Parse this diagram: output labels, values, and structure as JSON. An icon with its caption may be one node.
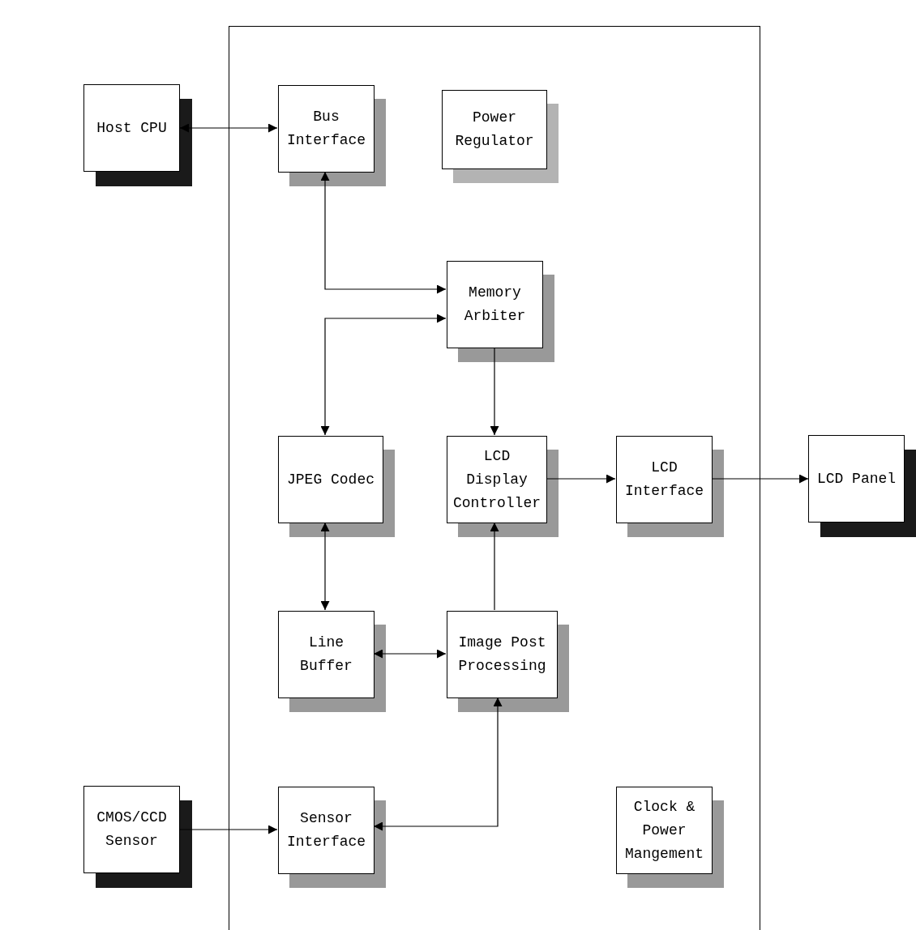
{
  "diagram": {
    "nodes": [
      {
        "text": [],
        "shape": "box"
      },
      {
        "text": [
          "Host CPU"
        ]
      },
      {
        "text": [
          "Bus Interface"
        ],
        "in": 0
      },
      {
        "text": [
          "Power Regulator"
        ],
        "in": 0
      },
      {
        "text": [
          "Memory Arbiter"
        ],
        "in": 0
      },
      {
        "text": [
          "JPEG Codec"
        ],
        "in": 0
      },
      {
        "text": [
          "LCD Display Controller"
        ],
        "in": 0
      },
      {
        "text": [
          "LCD Interface"
        ],
        "in": 0
      },
      {
        "text": [
          "LCD Panel"
        ]
      },
      {
        "text": [
          "Line Buffer"
        ],
        "in": 0
      },
      {
        "text": [
          "Image Post Processing"
        ],
        "in": 0
      },
      {
        "text": [
          "CMOS/CCD Sensor"
        ]
      },
      {
        "text": [
          "Sensor Interface"
        ],
        "in": 0
      },
      {
        "text": [
          "Clock & Power Mangement"
        ],
        "in": 0
      }
    ],
    "edges": [
      {
        "from": 1,
        "to": 2,
        "arrow": "both"
      },
      {
        "from": 2,
        "to": 4,
        "arrow": "both"
      },
      {
        "from": 5,
        "to": 4,
        "arrow": "both"
      },
      {
        "from": 4,
        "to": 6,
        "arrow": "to"
      },
      {
        "from": 6,
        "to": 7,
        "arrow": "to"
      },
      {
        "from": 7,
        "to": 8,
        "arrow": "to"
      },
      {
        "from": 5,
        "to": 9,
        "arrow": "both"
      },
      {
        "from": 9,
        "to": 10,
        "arrow": "both"
      },
      {
        "from": 10,
        "to": 6,
        "arrow": "to"
      },
      {
        "from": 11,
        "to": 12,
        "arrow": "to"
      },
      {
        "from": 10,
        "to": 12,
        "arrow": "both"
      }
    ]
  }
}
